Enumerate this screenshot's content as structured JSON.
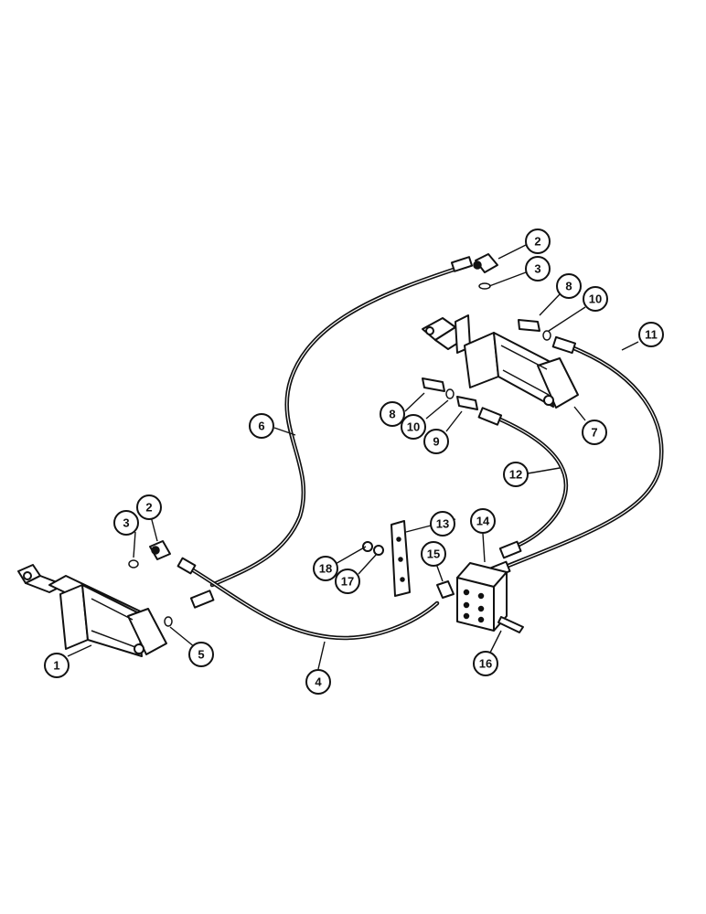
{
  "callouts": [
    {
      "id": "c1",
      "label": "1"
    },
    {
      "id": "c2a",
      "label": "2"
    },
    {
      "id": "c2b",
      "label": "2"
    },
    {
      "id": "c3a",
      "label": "3"
    },
    {
      "id": "c3b",
      "label": "3"
    },
    {
      "id": "c4",
      "label": "4"
    },
    {
      "id": "c5",
      "label": "5"
    },
    {
      "id": "c6",
      "label": "6"
    },
    {
      "id": "c7",
      "label": "7"
    },
    {
      "id": "c8a",
      "label": "8"
    },
    {
      "id": "c8b",
      "label": "8"
    },
    {
      "id": "c9",
      "label": "9"
    },
    {
      "id": "c10a",
      "label": "10"
    },
    {
      "id": "c10b",
      "label": "10"
    },
    {
      "id": "c11",
      "label": "11"
    },
    {
      "id": "c12",
      "label": "12"
    },
    {
      "id": "c13",
      "label": "13"
    },
    {
      "id": "c14",
      "label": "14"
    },
    {
      "id": "c15",
      "label": "15"
    },
    {
      "id": "c16",
      "label": "16"
    },
    {
      "id": "c17",
      "label": "17"
    },
    {
      "id": "c18",
      "label": "18"
    }
  ]
}
